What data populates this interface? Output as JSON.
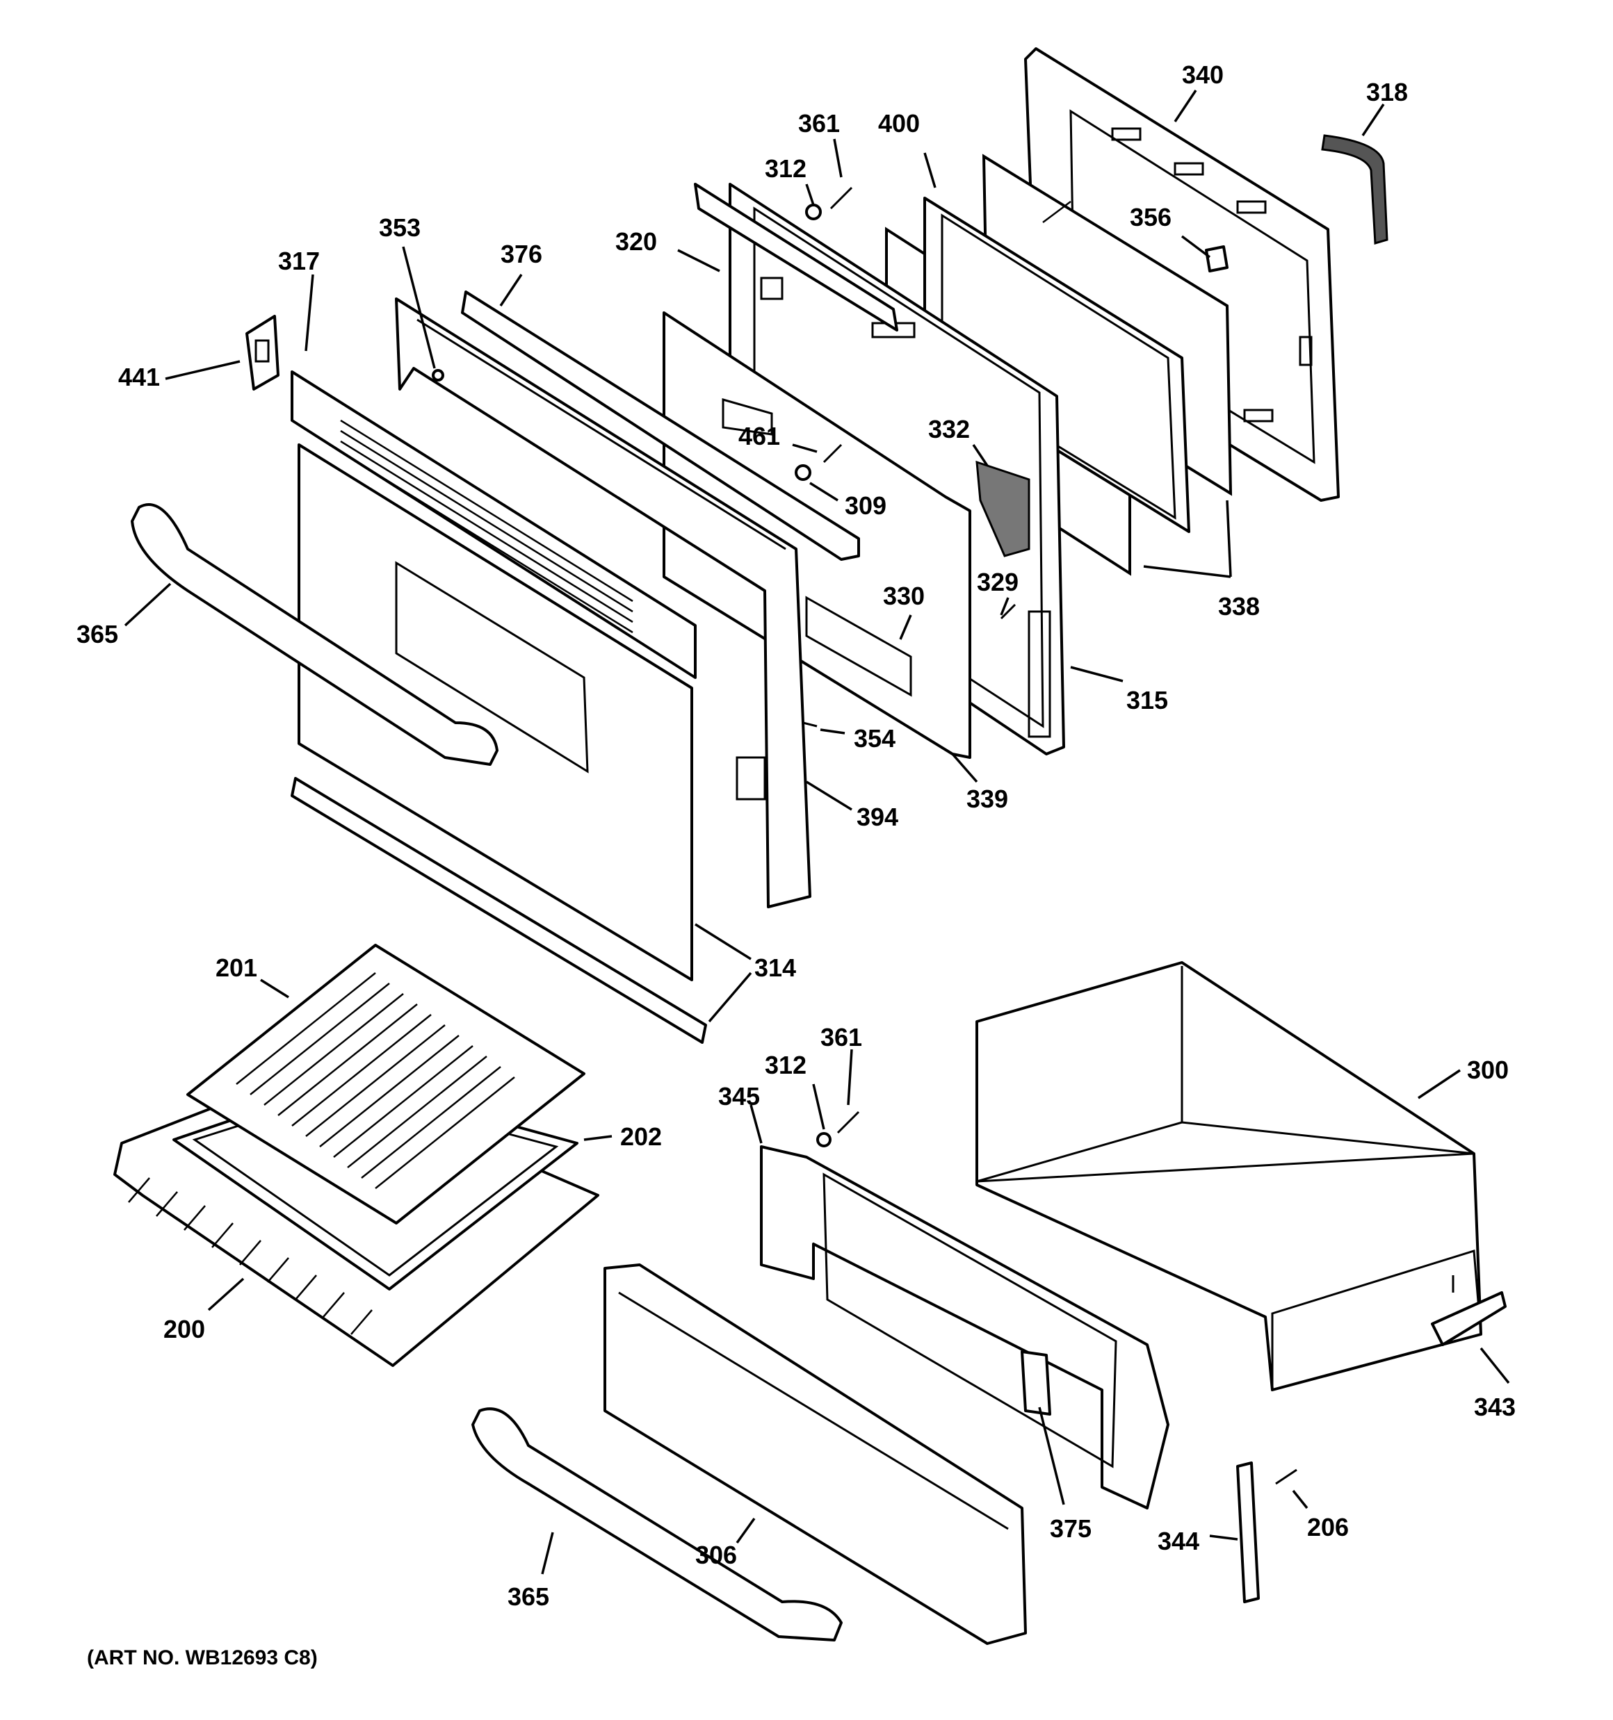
{
  "art_number": "(ART NO. WB12693 C8)",
  "parts": {
    "p340": "340",
    "p318": "318",
    "p361a": "361",
    "p400": "400",
    "p312a": "312",
    "p356": "356",
    "p353": "353",
    "p376": "376",
    "p320": "320",
    "p317": "317",
    "p441": "441",
    "p461": "461",
    "p332": "332",
    "p309": "309",
    "p330": "330",
    "p329": "329",
    "p338": "338",
    "p365a": "365",
    "p315": "315",
    "p354": "354",
    "p339": "339",
    "p394": "394",
    "p314": "314",
    "p201": "201",
    "p361b": "361",
    "p312b": "312",
    "p300": "300",
    "p345": "345",
    "p202": "202",
    "p200": "200",
    "p343": "343",
    "p375": "375",
    "p206": "206",
    "p344": "344",
    "p306": "306",
    "p365b": "365"
  }
}
